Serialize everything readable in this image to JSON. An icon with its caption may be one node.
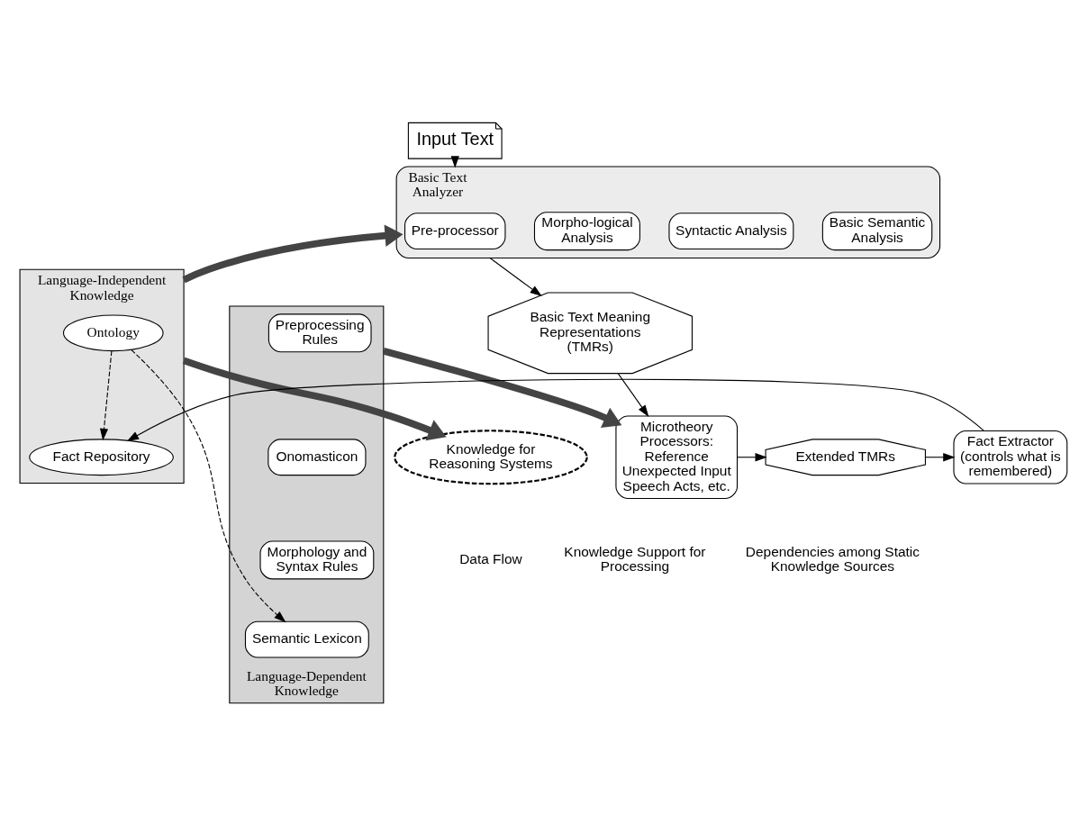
{
  "diagram": {
    "nodes": [
      {
        "text": [
          "Input Text"
        ]
      },
      {
        "text": [
          "Basic Text Analyzer"
        ]
      },
      {
        "text": [
          "Pre-processor"
        ],
        "in": 1
      },
      {
        "text": [
          "Morpho-logical Analysis"
        ],
        "in": 1
      },
      {
        "text": [
          "Syntactic Analysis"
        ],
        "in": 1
      },
      {
        "text": [
          "Basic Semantic Analysis"
        ],
        "in": 1
      },
      {
        "text": [
          "Language-Independent Knowledge"
        ]
      },
      {
        "text": [
          "Ontology"
        ],
        "in": 6
      },
      {
        "text": [
          "Fact Repository"
        ],
        "in": 6
      },
      {
        "text": [
          "Language-Dependent Knowledge"
        ]
      },
      {
        "text": [
          "Preprocessing Rules"
        ],
        "in": 9
      },
      {
        "text": [
          "Onomasticon"
        ],
        "in": 9
      },
      {
        "text": [
          "Morphology and Syntax Rules"
        ],
        "in": 9
      },
      {
        "text": [
          "Semantic Lexicon"
        ],
        "in": 9
      },
      {
        "text": [
          "Basic Text Meaning Representations (TMRs)"
        ]
      },
      {
        "text": [
          "Microtheory Processors: Reference Unexpected Input Speech Acts, etc."
        ]
      },
      {
        "text": [
          "Extended TMRs"
        ]
      },
      {
        "text": [
          "Fact Extractor (controls what is remembered)"
        ]
      },
      {
        "text": [
          "Knowledge for Reasoning Systems"
        ]
      }
    ],
    "edges": [
      {
        "from": 0,
        "to": 1,
        "arrow": "to"
      },
      {
        "from": 1,
        "to": 14,
        "arrow": "to"
      },
      {
        "from": 14,
        "to": 15,
        "arrow": "to"
      },
      {
        "from": 15,
        "to": 16,
        "arrow": "to"
      },
      {
        "from": 16,
        "to": 17,
        "arrow": "to"
      },
      {
        "from": 17,
        "to": 8,
        "arrow": "to"
      },
      {
        "from": 7,
        "to": 8,
        "arrow": "to",
        "style": "dashed"
      },
      {
        "from": 7,
        "to": 13,
        "arrow": "to",
        "style": "dashed"
      },
      {
        "from": 6,
        "to": 1,
        "arrow": "to",
        "style": "thick"
      },
      {
        "from": 6,
        "to": 18,
        "arrow": "to",
        "style": "thick"
      },
      {
        "from": 9,
        "to": 15,
        "arrow": "to",
        "style": "thick"
      }
    ],
    "legend": [
      {
        "text": "Data Flow"
      },
      {
        "text": "Knowledge Support for Processing"
      },
      {
        "text": "Dependencies among Static Knowledge Sources"
      }
    ]
  }
}
